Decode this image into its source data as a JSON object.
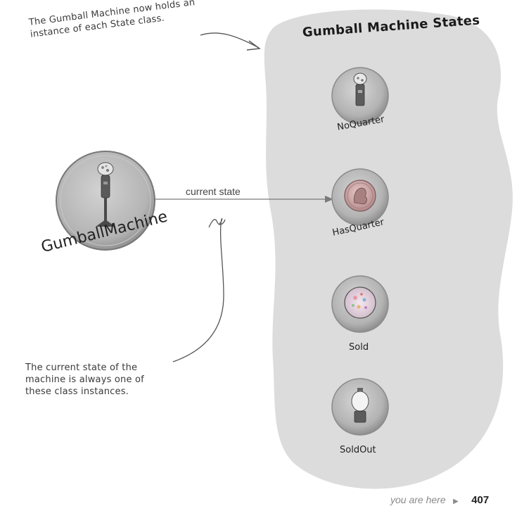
{
  "annotations": {
    "top_note": [
      "The Gumball Machine now holds an",
      "instance of each State class."
    ],
    "bottom_note": [
      "The current state of the",
      "machine is always one of",
      "these class instances."
    ]
  },
  "diagram": {
    "states_title": "Gumball Machine States",
    "machine_label": "GumballMachine",
    "arrow_label": "current state",
    "states": [
      {
        "label": "NoQuarter",
        "icon": "gumball-machine-icon"
      },
      {
        "label": "HasQuarter",
        "icon": "quarter-coin-icon"
      },
      {
        "label": "Sold",
        "icon": "gumball-icon"
      },
      {
        "label": "SoldOut",
        "icon": "empty-gumball-machine-icon"
      }
    ]
  },
  "footer": {
    "you_are_here": "you are here",
    "page_number": "407"
  },
  "colors": {
    "blob": "#dcdcdc",
    "circle_fill": "#b9b9b9",
    "line": "#777777"
  }
}
